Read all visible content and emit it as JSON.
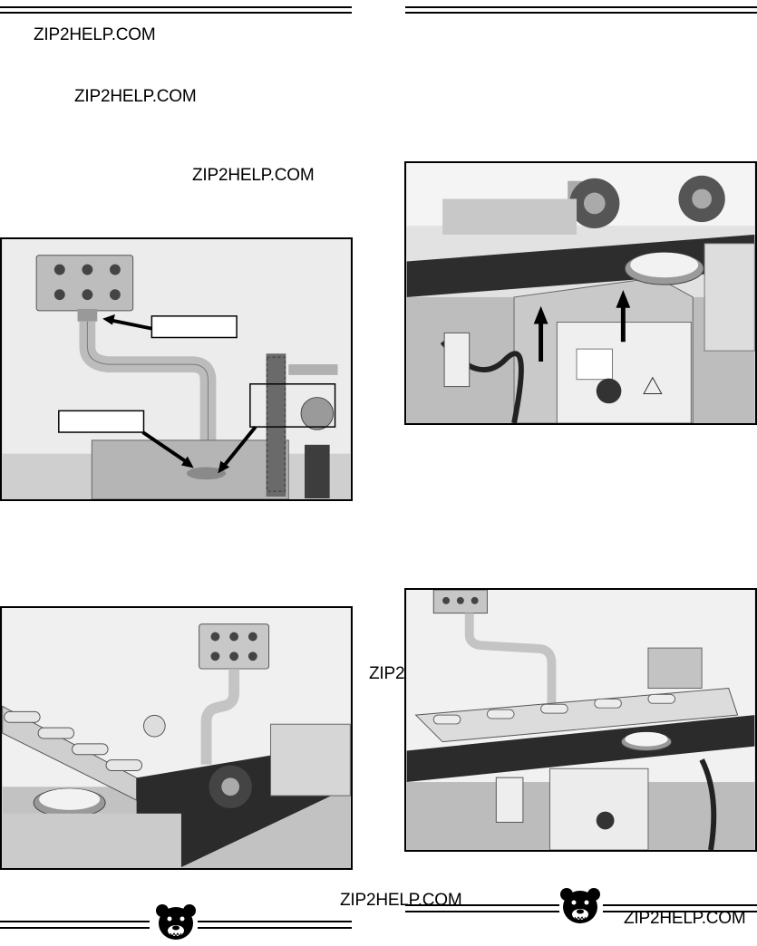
{
  "watermark": "ZIP2HELP.COM",
  "footer": {
    "left_logo": "grizzly-bear-logo",
    "right_logo": "grizzly-bear-logo"
  },
  "figures": [
    {
      "id": "control-box-mount",
      "label_boxes": 3
    },
    {
      "id": "motor-cover-bolts"
    },
    {
      "id": "control-box-and-feed-rollers"
    },
    {
      "id": "roller-table-installed"
    }
  ]
}
